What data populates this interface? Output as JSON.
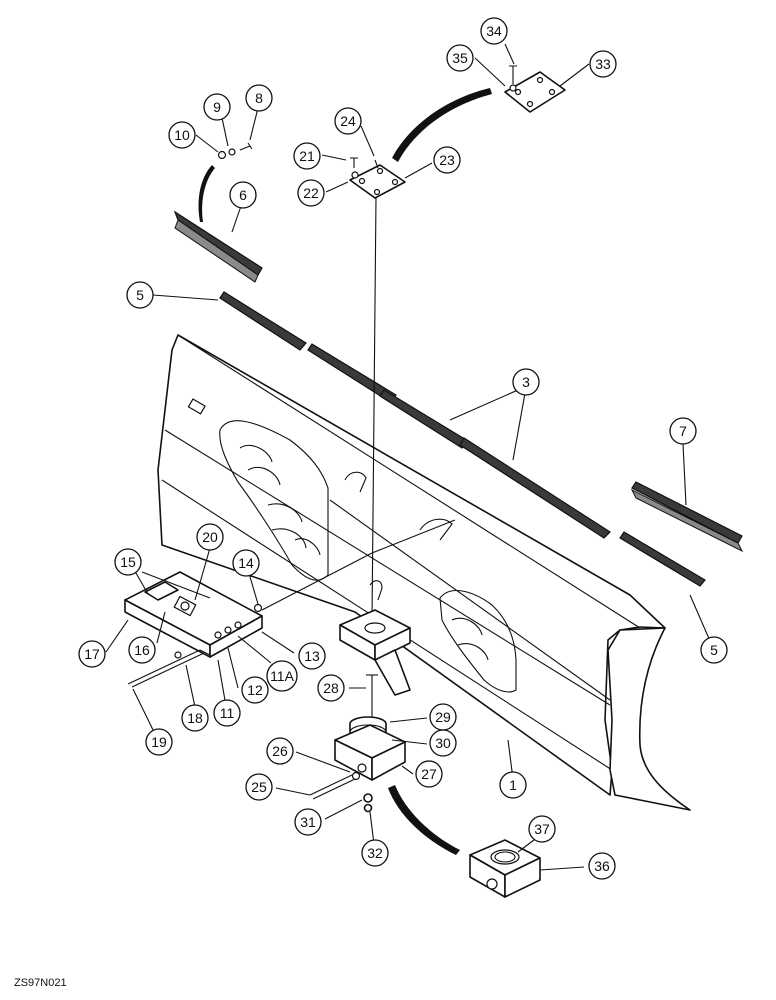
{
  "drawing_code": "ZS97N021",
  "callouts": [
    {
      "id": "c1",
      "label": "1"
    },
    {
      "id": "c3",
      "label": "3"
    },
    {
      "id": "c5a",
      "label": "5"
    },
    {
      "id": "c5b",
      "label": "5"
    },
    {
      "id": "c6",
      "label": "6"
    },
    {
      "id": "c7",
      "label": "7"
    },
    {
      "id": "c8",
      "label": "8"
    },
    {
      "id": "c9",
      "label": "9"
    },
    {
      "id": "c10",
      "label": "10"
    },
    {
      "id": "c11",
      "label": "11"
    },
    {
      "id": "c11a",
      "label": "11A"
    },
    {
      "id": "c12",
      "label": "12"
    },
    {
      "id": "c13",
      "label": "13"
    },
    {
      "id": "c14",
      "label": "14"
    },
    {
      "id": "c15",
      "label": "15"
    },
    {
      "id": "c16",
      "label": "16"
    },
    {
      "id": "c17",
      "label": "17"
    },
    {
      "id": "c18",
      "label": "18"
    },
    {
      "id": "c19",
      "label": "19"
    },
    {
      "id": "c20",
      "label": "20"
    },
    {
      "id": "c21",
      "label": "21"
    },
    {
      "id": "c22",
      "label": "22"
    },
    {
      "id": "c23",
      "label": "23"
    },
    {
      "id": "c24",
      "label": "24"
    },
    {
      "id": "c25",
      "label": "25"
    },
    {
      "id": "c26",
      "label": "26"
    },
    {
      "id": "c27",
      "label": "27"
    },
    {
      "id": "c28",
      "label": "28"
    },
    {
      "id": "c29",
      "label": "29"
    },
    {
      "id": "c30",
      "label": "30"
    },
    {
      "id": "c31",
      "label": "31"
    },
    {
      "id": "c32",
      "label": "32"
    },
    {
      "id": "c33",
      "label": "33"
    },
    {
      "id": "c34",
      "label": "34"
    },
    {
      "id": "c35",
      "label": "35"
    },
    {
      "id": "c36",
      "label": "36"
    },
    {
      "id": "c37",
      "label": "37"
    }
  ]
}
